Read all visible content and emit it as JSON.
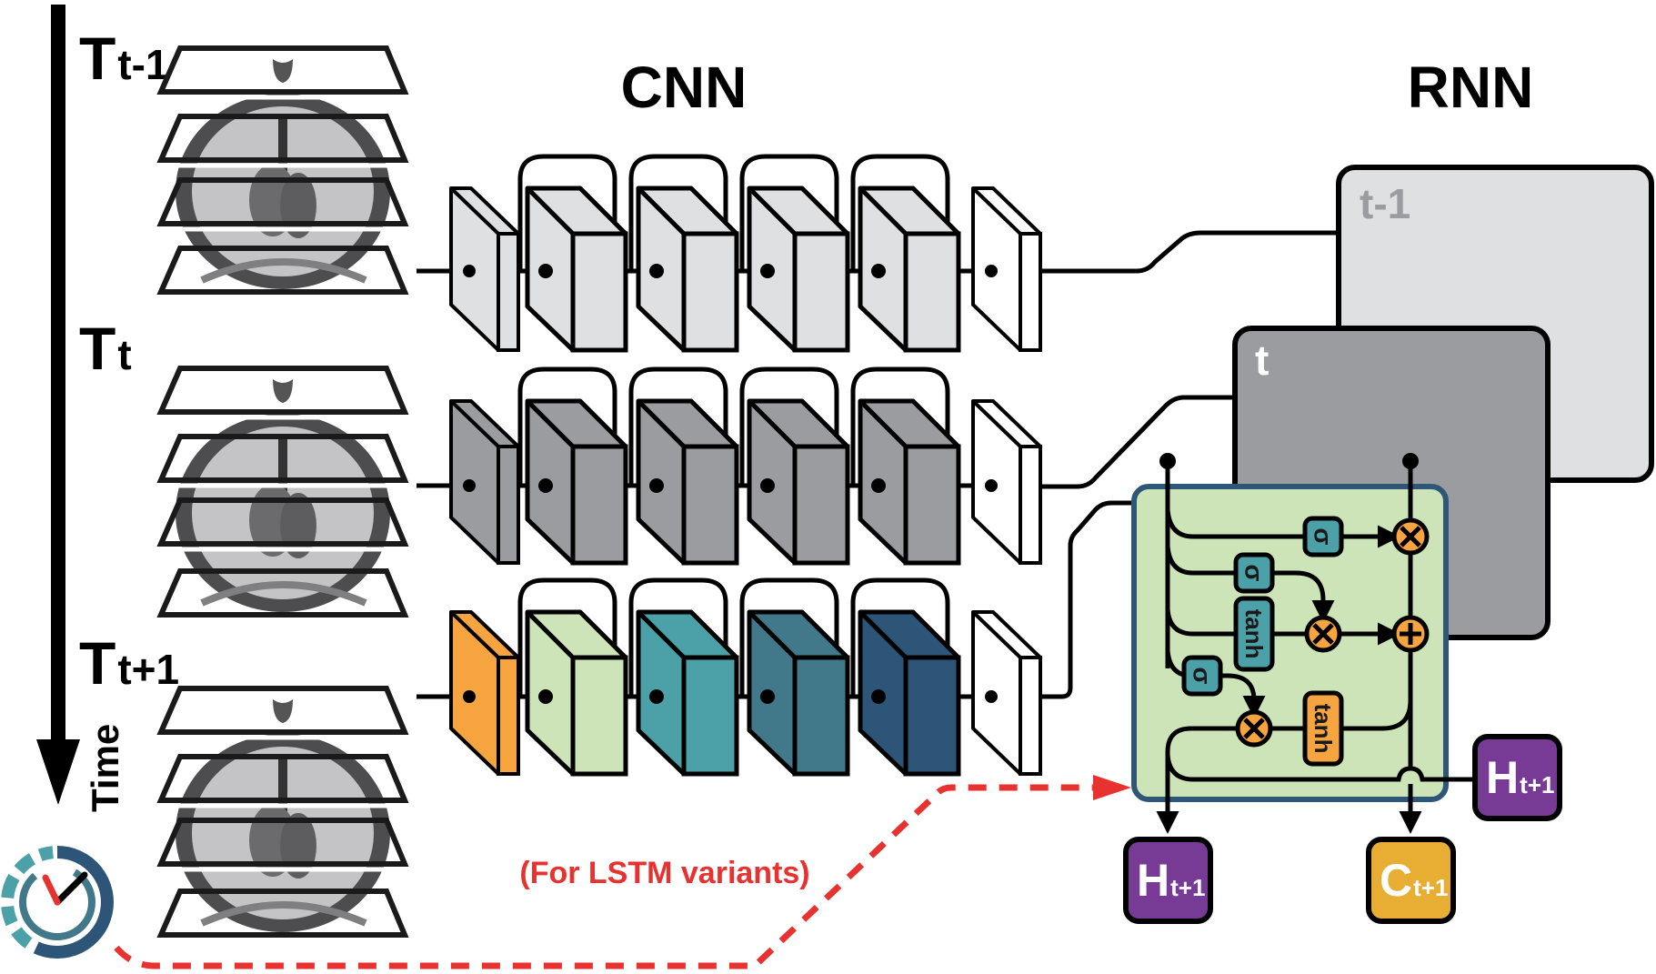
{
  "titles": {
    "cnn": "CNN",
    "rnn": "RNN"
  },
  "time_axis": {
    "label": "Time"
  },
  "timesteps": [
    {
      "id": "t-1",
      "base": "T",
      "sub": "t-1",
      "cnn_style": "past"
    },
    {
      "id": "t",
      "base": "T",
      "sub": "t",
      "cnn_style": "current"
    },
    {
      "id": "t+1",
      "base": "T",
      "sub": "t+1",
      "cnn_style": "next"
    }
  ],
  "cnn": {
    "layers_per_row": 6,
    "skip_connections": 4,
    "palettes": {
      "past": [
        "#dfe0e2",
        "#dfe0e2",
        "#dfe0e2",
        "#dfe0e2",
        "#dfe0e2",
        "#ffffff"
      ],
      "current": [
        "#9b9ca0",
        "#9b9ca0",
        "#9b9ca0",
        "#9b9ca0",
        "#9b9ca0",
        "#ffffff"
      ],
      "next": [
        "#f6a43f",
        "#cde4b8",
        "#4ca0a8",
        "#41788a",
        "#2c5577",
        "#ffffff"
      ]
    }
  },
  "rnn": {
    "frames": [
      {
        "label": "t-1",
        "fill": "#dfe0e2",
        "label_color": "#9b9ca0"
      },
      {
        "label": "t",
        "fill": "#9b9ca0",
        "label_color": "#ffffff"
      }
    ],
    "cell": {
      "fill": "#cde4b8",
      "border": "#2d5677",
      "gates": [
        {
          "kind": "sigma",
          "label": "σ",
          "color": "#4ca0a8"
        },
        {
          "kind": "sigma",
          "label": "σ",
          "color": "#4ca0a8"
        },
        {
          "kind": "tanh",
          "label": "tanh",
          "color": "#4ca0a8"
        },
        {
          "kind": "sigma",
          "label": "σ",
          "color": "#4ca0a8"
        },
        {
          "kind": "tanh",
          "label": "tanh",
          "color": "#f6a43f"
        }
      ],
      "ops": [
        {
          "kind": "multiply",
          "symbol": "×",
          "color": "#f6a43f"
        },
        {
          "kind": "multiply",
          "symbol": "×",
          "color": "#f6a43f"
        },
        {
          "kind": "add",
          "symbol": "+",
          "color": "#f6a43f"
        },
        {
          "kind": "multiply",
          "symbol": "×",
          "color": "#f6a43f"
        }
      ]
    },
    "outputs": [
      {
        "id": "hidden-out",
        "base": "H",
        "sub": "t+1",
        "color": "#773b95"
      },
      {
        "id": "cell-out",
        "base": "C",
        "sub": "t+1",
        "color": "#e8ae33"
      },
      {
        "id": "hidden-recur",
        "base": "H",
        "sub": "t+1",
        "color": "#773b95"
      }
    ]
  },
  "annotation": {
    "text": "(For LSTM variants)",
    "color": "#e8322f"
  },
  "colors": {
    "ink": "#000000",
    "clock_light": "#4ca0a8",
    "clock_mid": "#41788a",
    "clock_dark": "#2c5577",
    "clock_hand_red": "#e8322f"
  }
}
